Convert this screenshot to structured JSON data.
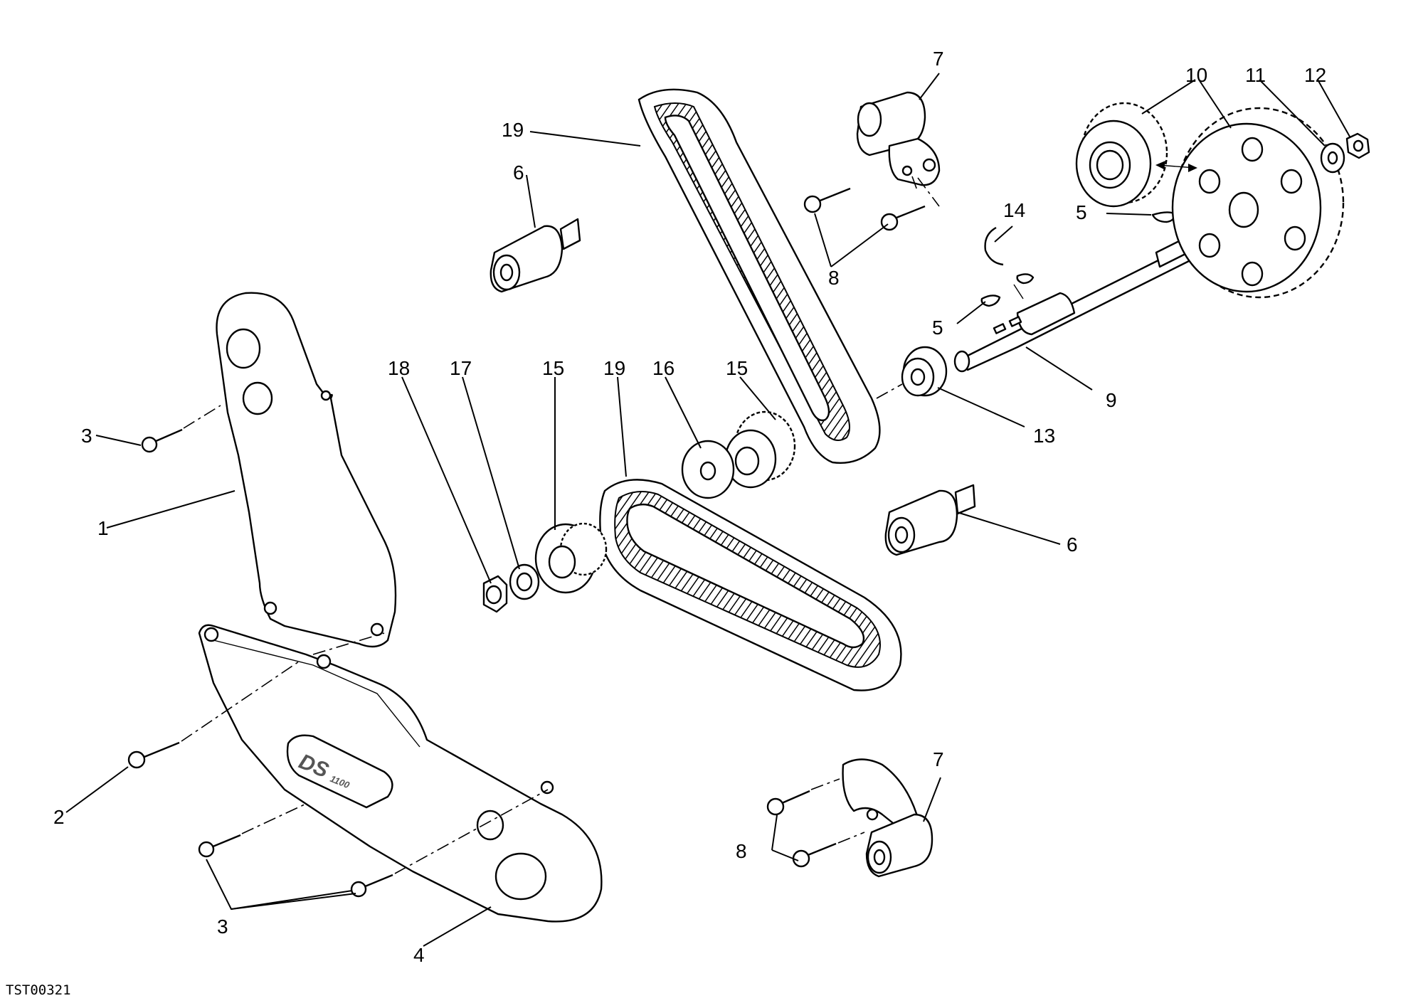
{
  "drawing_code": "TST00321",
  "cover_badge": {
    "main": "DS",
    "sub": "1100"
  },
  "callouts": {
    "c1": "1",
    "c2": "2",
    "c3_upper": "3",
    "c3_lower": "3",
    "c4": "4",
    "c5_upper": "5",
    "c5_lower": "5",
    "c6_upper": "6",
    "c6_lower": "6",
    "c7_upper": "7",
    "c7_lower": "7",
    "c8_upper": "8",
    "c8_lower": "8",
    "c9": "9",
    "c10": "10",
    "c11": "11",
    "c12": "12",
    "c13": "13",
    "c14": "14",
    "c15_left": "15",
    "c15_right": "15",
    "c16": "16",
    "c17": "17",
    "c18": "18",
    "c19_upper": "19",
    "c19_lower": "19"
  }
}
